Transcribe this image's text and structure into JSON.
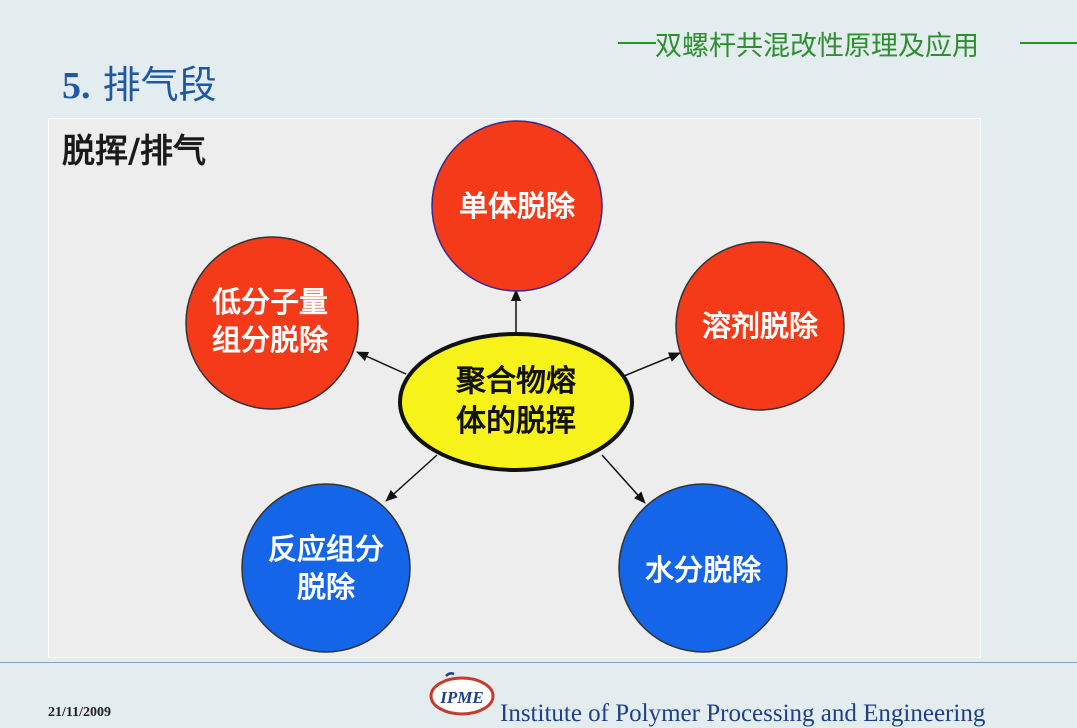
{
  "header": {
    "course_title": "双螺杆共混改性原理及应用",
    "section_number": "5.",
    "section_title": "排气段"
  },
  "panel": {
    "title": "脱挥/排气"
  },
  "diagram": {
    "center": {
      "lines": [
        "聚合物熔",
        "体的脱挥"
      ],
      "color": "#f7f21a"
    },
    "nodes": [
      {
        "id": "monomer",
        "lines": [
          "单体脱除"
        ],
        "color": "#f53a1a"
      },
      {
        "id": "solvent",
        "lines": [
          "溶剂脱除"
        ],
        "color": "#f53a1a"
      },
      {
        "id": "water",
        "lines": [
          "水分脱除"
        ],
        "color": "#1565e8"
      },
      {
        "id": "reactive",
        "lines": [
          "反应组分",
          "脱除"
        ],
        "color": "#1565e8"
      },
      {
        "id": "low-mw",
        "lines": [
          "低分子量",
          "组分脱除"
        ],
        "color": "#f53a1a"
      }
    ]
  },
  "footer": {
    "date": "21/11/2009",
    "logo_text": "IPME",
    "institute": "Institute of Polymer Processing and Engineering"
  }
}
